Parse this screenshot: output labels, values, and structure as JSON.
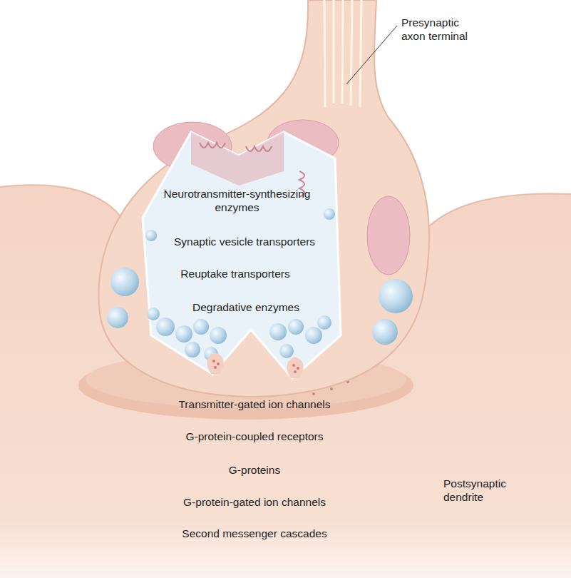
{
  "diagram": {
    "labels": [
      "Presynaptic axon terminal",
      "Neurotransmitter-synthesizing enzymes",
      "Synaptic vesicle transporters",
      "Reuptake transporters",
      "Degradative enzymes",
      "Transmitter-gated ion channels",
      "G-protein-coupled receptors",
      "G-proteins",
      "G-protein-gated ion channels",
      "Second messenger cascades",
      "Postsynaptic dendrite"
    ]
  }
}
